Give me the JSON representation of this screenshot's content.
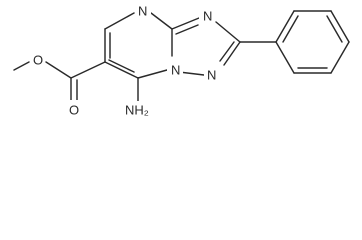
{
  "molecule": {
    "atoms": [
      {
        "id": "o_ether",
        "label": "O"
      },
      {
        "id": "o_carbonyl",
        "label": "O"
      },
      {
        "id": "n_ring_top",
        "label": "N"
      },
      {
        "id": "n_ring_right",
        "label": "N"
      },
      {
        "id": "n_ring_bottom",
        "label": "N"
      },
      {
        "id": "n_fused",
        "label": "N"
      },
      {
        "id": "amine",
        "label": "NH₂"
      }
    ],
    "line_color": "#2a2a2a",
    "background": "#ffffff"
  }
}
